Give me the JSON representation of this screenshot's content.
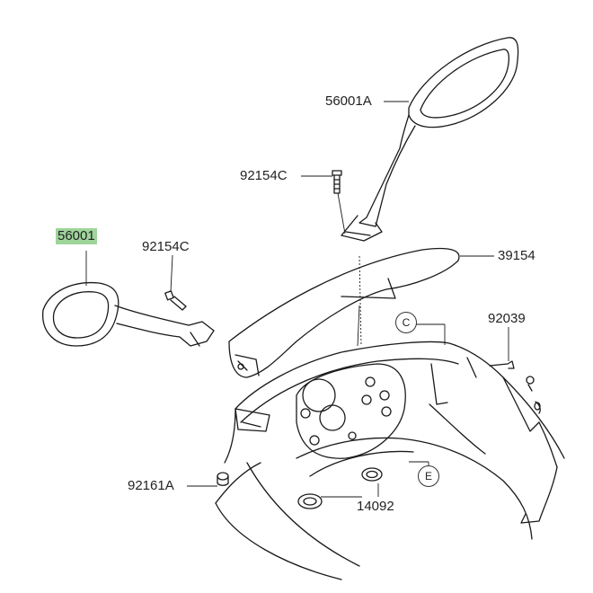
{
  "diagram": {
    "highlight_color": "#9fd49a",
    "line_color": "#1a1a1a",
    "parts": [
      {
        "id": "p56001A",
        "label": "56001A",
        "desc": "mirror-right"
      },
      {
        "id": "p92154C_top",
        "label": "92154C",
        "desc": "bolt-mirror-right"
      },
      {
        "id": "p39154",
        "label": "39154",
        "desc": "cover"
      },
      {
        "id": "p56001",
        "label": "56001",
        "desc": "mirror-left",
        "highlighted": true
      },
      {
        "id": "p92154C_left",
        "label": "92154C",
        "desc": "bolt-mirror-left"
      },
      {
        "id": "p92039",
        "label": "92039",
        "desc": "pin"
      },
      {
        "id": "p92161A",
        "label": "92161A",
        "desc": "damper"
      },
      {
        "id": "p14092",
        "label": "14092",
        "desc": "grommet"
      }
    ],
    "references": [
      {
        "id": "refC",
        "letter": "C"
      },
      {
        "id": "refE",
        "letter": "E"
      }
    ]
  }
}
